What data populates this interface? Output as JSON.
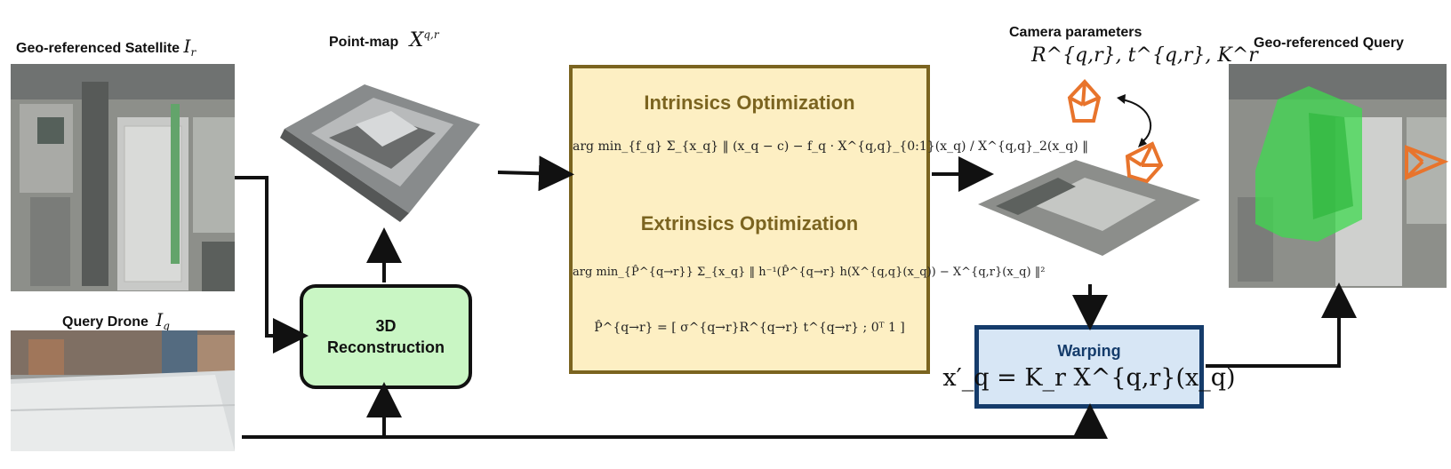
{
  "labels": {
    "satellite": "Geo-referenced Satellite",
    "satellite_math": "I",
    "satellite_sub": "r",
    "pointmap": "Point-map",
    "pointmap_math": "X",
    "pointmap_sup": "q,r",
    "query_drone": "Query Drone",
    "query_math": "I",
    "query_sub": "q",
    "camera_params": "Camera parameters",
    "camera_math": "R^{q,r}, t^{q,r}, K^r",
    "georef_query": "Geo-referenced Query"
  },
  "reconstruction": {
    "line1": "3D",
    "line2": "Reconstruction"
  },
  "optimization": {
    "intrinsics_title": "Intrinsics Optimization",
    "intrinsics_eq": "arg min_{f_q} Σ_{x_q} ‖ (x_q − c) − f_q · X^{q,q}_{0:1}(x_q) / X^{q,q}_2(x_q) ‖",
    "extrinsics_title": "Extrinsics Optimization",
    "extrinsics_eq": "arg min_{P̂^{q→r}} Σ_{x_q} ‖ h⁻¹(P̂^{q→r} h(X^{q,q}(x_q)) − X^{q,r}(x_q) ‖²",
    "pose_eq": "P̂^{q→r} = [ σ^{q→r}R^{q→r}  t^{q→r} ; 0ᵀ  1 ]"
  },
  "warping": {
    "title": "Warping",
    "equation": "x′_q = K_r X^{q,r}(x_q)"
  },
  "colors": {
    "recon_fill": "#c9f6c4",
    "opt_fill": "#fdefc3",
    "opt_border": "#7b6420",
    "warp_fill": "#d7e6f5",
    "warp_border": "#153c6b",
    "camera": "#e8742c",
    "overlay_green": "#3fd94f"
  }
}
